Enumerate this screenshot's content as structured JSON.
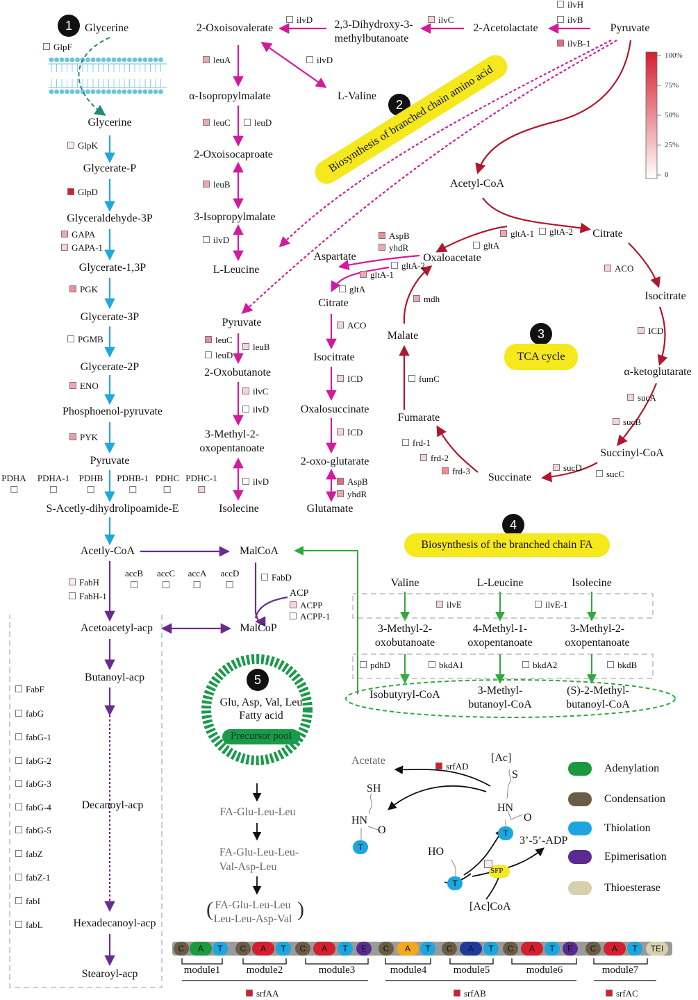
{
  "colors": {
    "glycolysis_arrow": "#1fa8dc",
    "bcaa_arrow": "#d11b9c",
    "tca_arrow": "#b0172e",
    "fa_arrow": "#6a2b8e",
    "bcfa_arrow": "#2eaa3a",
    "highlight_yellow": "#f5e81c",
    "heat_low": "#ffffff",
    "heat_high": "#d31f2e"
  },
  "pathway_labels": {
    "p1": "1",
    "p2": "2",
    "p3": "3",
    "p4": "4",
    "p5": "5",
    "p2_title": "Biosynthesis of branched chain amino acid",
    "p3_title": "TCA cycle",
    "p4_title": "Biosynthesis of the branched chain FA",
    "p5_line1": "Glu, Asp, Val, Leu",
    "p5_line2": "Fatty acid",
    "p5_pool": "Precursor pool"
  },
  "glycolysis": {
    "glycerine_top": "Glycerine",
    "glycerine_in": "Glycerine",
    "glycerate_p": "Glycerate-P",
    "glyceraldehyde": "Glyceraldehyde-3P",
    "glycerate13": "Glycerate-1,3P",
    "glycerate3": "Glycerate-3P",
    "glycerate2": "Glycerate-2P",
    "pep": "Phosphoenol-pyruvate",
    "pyruvate": "Pyruvate",
    "sadl": "S-Acetly-dihydrolipoamide-E",
    "acetyl_coa": "Acetly-CoA"
  },
  "glycolysis_genes": {
    "glpf": "GlpF",
    "glpk": "GlpK",
    "glpd": "GlpD",
    "gapa": "GAPA",
    "gapa1": "GAPA-1",
    "pgk": "PGK",
    "pgmb": "PGMB",
    "eno": "ENO",
    "pyk": "PYK"
  },
  "pdh_genes": [
    "PDHA",
    "PDHA-1",
    "PDHB",
    "PDHB-1",
    "PDHC",
    "PDHC-1"
  ],
  "bcaa": {
    "oxoisovalerate": "2-Oxoisovalerate",
    "dihydroxy_l1": "2,3-Dihydroxy-3-",
    "dihydroxy_l2": "methylbutanoate",
    "acetolactate": "2-Acetolactate",
    "pyruvate_top": "Pyruvate",
    "valine": "L-Valine",
    "isopropylmalate_a": "α-Isopropylmalate",
    "oxoisocaproate": "2-Oxoisocaproate",
    "isopropylmalate_3": "3-Isopropylmalate",
    "leucine": "L-Leucine",
    "pyruvate_mid": "Pyruvate",
    "oxobutanote": "2-Oxobutanote",
    "methyl_l1": "3-Methyl-2-",
    "methyl_l2": "oxopentanoate",
    "isolecine": "Isolecine"
  },
  "bcaa_genes": {
    "ilvd_top": "ilvD",
    "ilvc_top": "ilvC",
    "ilvh": "ilvH",
    "ilvb": "ilvB",
    "ilvb1": "ilvB-1",
    "ilvd_val": "ilvD",
    "leua": "leuA",
    "leuc": "leuC",
    "leud": "leuD",
    "leub": "leuB",
    "ilvd_leu": "ilvD",
    "leuc2": "leuC",
    "leud2": "leuD",
    "leub2": "leuB",
    "ilvc2": "ilvC",
    "ilvd2": "ilvD",
    "ilvd3": "ilvD"
  },
  "tca": {
    "acetyl_coa": "Acetyl-CoA",
    "citrate": "Citrate",
    "isocitrate": "Isocitrate",
    "akg": "α-ketoglutarate",
    "succinyl": "Succinyl-CoA",
    "succinate": "Succinate",
    "fumarate": "Fumarate",
    "malate": "Malate",
    "oxaloacetate": "Oxaloacetate",
    "aspartate": "Aspartate",
    "citrate2": "Citrate",
    "isocitrate2": "Isocitrate",
    "oxalosuccinate": "Oxalosuccinate",
    "oxoglutarate": "2-oxo-glutarate",
    "glutamate": "Glutamate"
  },
  "tca_genes": {
    "glta1_a": "gltA-1",
    "glta2_a": "gltA-2",
    "glta_a": "gltA",
    "aco": "ACO",
    "icd": "ICD",
    "suca": "sucA",
    "sucb": "sucB",
    "sucd": "sucD",
    "succ": "sucC",
    "frd1": "frd-1",
    "frd2": "frd-2",
    "frd3": "frd-3",
    "fumc": "fumC",
    "mdh": "mdh",
    "aspb": "AspB",
    "yhdr": "yhdR",
    "glta2_b": "gltA-2",
    "glta1_b": "gltA-1",
    "glta_b": "gltA",
    "aco2": "ACO",
    "icd2": "ICD",
    "icd3": "ICD",
    "aspb2": "AspB",
    "yhdr2": "yhdR"
  },
  "scale": {
    "p100": "100%",
    "p75": "75%",
    "p50": "50%",
    "p25": "25%",
    "p0": "0"
  },
  "fa": {
    "malcoa": "MalCoA",
    "malcop": "MalCoP",
    "acetoacetyl": "Acetoacetyl-acp",
    "butanoyl": "Butanoyl-acp",
    "decanoyl": "Decanoyl-acp",
    "hexadecanoyl": "Hexadecanoyl-acp",
    "stearoyl": "Stearoyl-acp"
  },
  "fa_genes": {
    "fabh": "FabH",
    "fabh1": "FabH-1",
    "acc": [
      "accB",
      "accC",
      "accA",
      "accD"
    ],
    "fabd": "FabD",
    "acp": "ACP",
    "acpp": "ACPP",
    "acpp1": "ACPP-1",
    "elong": [
      "FabF",
      "fabG",
      "fabG-1",
      "fabG-2",
      "fabG-3",
      "fabG-4",
      "fabG-5",
      "fabZ",
      "fabZ-1",
      "fabI",
      "fabL"
    ]
  },
  "bcfa": {
    "valine": "Valine",
    "leucine": "L-Leucine",
    "isolecine": "Isolecine",
    "m1_l1": "3-Methyl-2-",
    "m1_l2": "oxobutanoate",
    "m2_l1": "4-Methyl-1-",
    "m2_l2": "oxopentanoate",
    "m3_l1": "3-Methyl-2-",
    "m3_l2": "oxopentanoate",
    "p1": "Isobutyryl-CoA",
    "p2_l1": "3-Methyl-",
    "p2_l2": "butanoyl-CoA",
    "p3_l1": "(S)-2-Methyl-",
    "p3_l2": "butanoyl-CoA"
  },
  "bcfa_genes": {
    "ilve": "ilvE",
    "ilve1": "ilvE-1",
    "pdhd": "pdhD",
    "bkda1": "bkdA1",
    "bkda2": "bkdA2",
    "bkdb": "bkdB"
  },
  "surfactin": {
    "fa1": "FA-Glu-Leu-Leu",
    "fa2_l1": "FA-Glu-Leu-Leu-",
    "fa2_l2": "Val-Asp-Leu",
    "fa3_l1": "FA-Glu-Leu-Leu",
    "fa3_l2": "Leu-Leu-Asp-Val",
    "acetate": "Acetate",
    "srfad": "srfAD",
    "ac": "[Ac]",
    "s": "S",
    "sh": "SH",
    "hn1": "HN",
    "hn2": "HN",
    "o1": "O",
    "o2": "O",
    "t1": "T",
    "t2": "T",
    "t3": "T",
    "ho": "HO",
    "adp": "3’-5’-ADP",
    "sfp": "SFP",
    "accoa": "[Ac]CoA"
  },
  "legend": [
    {
      "label": "Adenylation",
      "color": "#1a9a3c"
    },
    {
      "label": "Condensation",
      "color": "#6b5d45"
    },
    {
      "label": "Thiolation",
      "color": "#1ba6e0"
    },
    {
      "label": "Epimerisation",
      "color": "#5a2a8e"
    },
    {
      "label": "Thioesterase",
      "color": "#d8cfae"
    }
  ],
  "modules": [
    "module1",
    "module2",
    "module3",
    "module4",
    "module5",
    "module6",
    "module7"
  ],
  "module_domains": [
    "C",
    "A",
    "T",
    "C",
    "A",
    "T",
    "C",
    "A",
    "T",
    "E",
    "C",
    "A",
    "T",
    "C",
    "A",
    "T",
    "C",
    "A",
    "T",
    "E",
    "C",
    "A",
    "T",
    "TEI"
  ],
  "operons": [
    "srfAA",
    "srfAB",
    "srfAC"
  ]
}
